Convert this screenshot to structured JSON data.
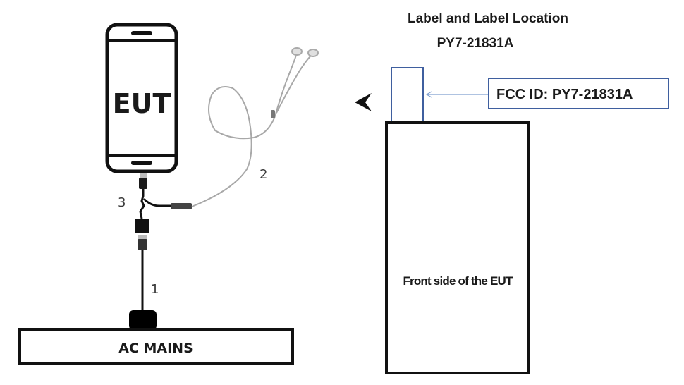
{
  "setup_diagram": {
    "eut_label": "EUT",
    "ac_mains_label": "AC MAINS",
    "cable_labels": {
      "power_cable": "1",
      "earphone_cable": "2",
      "adapter_cable": "3"
    }
  },
  "label_location": {
    "title": "Label and Label Location",
    "model": "PY7-21831A",
    "fcc_id_text": "FCC ID: PY7-21831A",
    "device_caption": "Front side of the EUT",
    "colors": {
      "label_box": "#3f5f9f",
      "arrow_line": "#7f9fcf",
      "outline": "#111111"
    }
  }
}
